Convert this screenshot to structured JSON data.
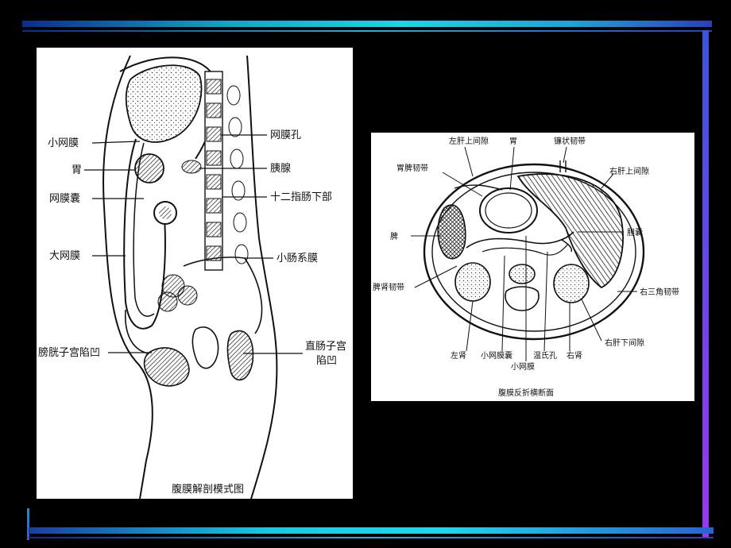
{
  "left_figure": {
    "caption": "腹膜解剖模式图",
    "labels": {
      "lesser_omentum": "小网膜",
      "stomach": "胃",
      "omental_bursa": "网膜囊",
      "greater_omentum": "大网膜",
      "vesicouterine_pouch": "膀胱子宫陷凹",
      "omental_foramen": "网膜孔",
      "pancreas": "胰腺",
      "duodenum_lower": "十二指肠下部",
      "mesentery": "小肠系膜",
      "rectouterine_pouch_line1": "直肠子宫",
      "rectouterine_pouch_line2": "陷凹"
    }
  },
  "right_figure": {
    "caption": "腹膜反折横断面",
    "labels": {
      "left_suprahepatic_space": "左肝上间隙",
      "stomach": "胃",
      "falciform_ligament": "镰状韧带",
      "gastrosplenic_ligament": "胃脾韧带",
      "right_suprahepatic_space": "右肝上间隙",
      "spleen": "脾",
      "gallbladder": "胆囊",
      "splenorenal_ligament": "脾肾韧带",
      "right_triangular_ligament": "右三角韧带",
      "right_subhepatic_space": "右肝下间隙",
      "left_kidney": "左肾",
      "lesser_sac": "小网膜囊",
      "epiploic_foramen": "温氏孔",
      "right_kidney": "右肾",
      "lesser_omentum": "小网膜"
    }
  }
}
